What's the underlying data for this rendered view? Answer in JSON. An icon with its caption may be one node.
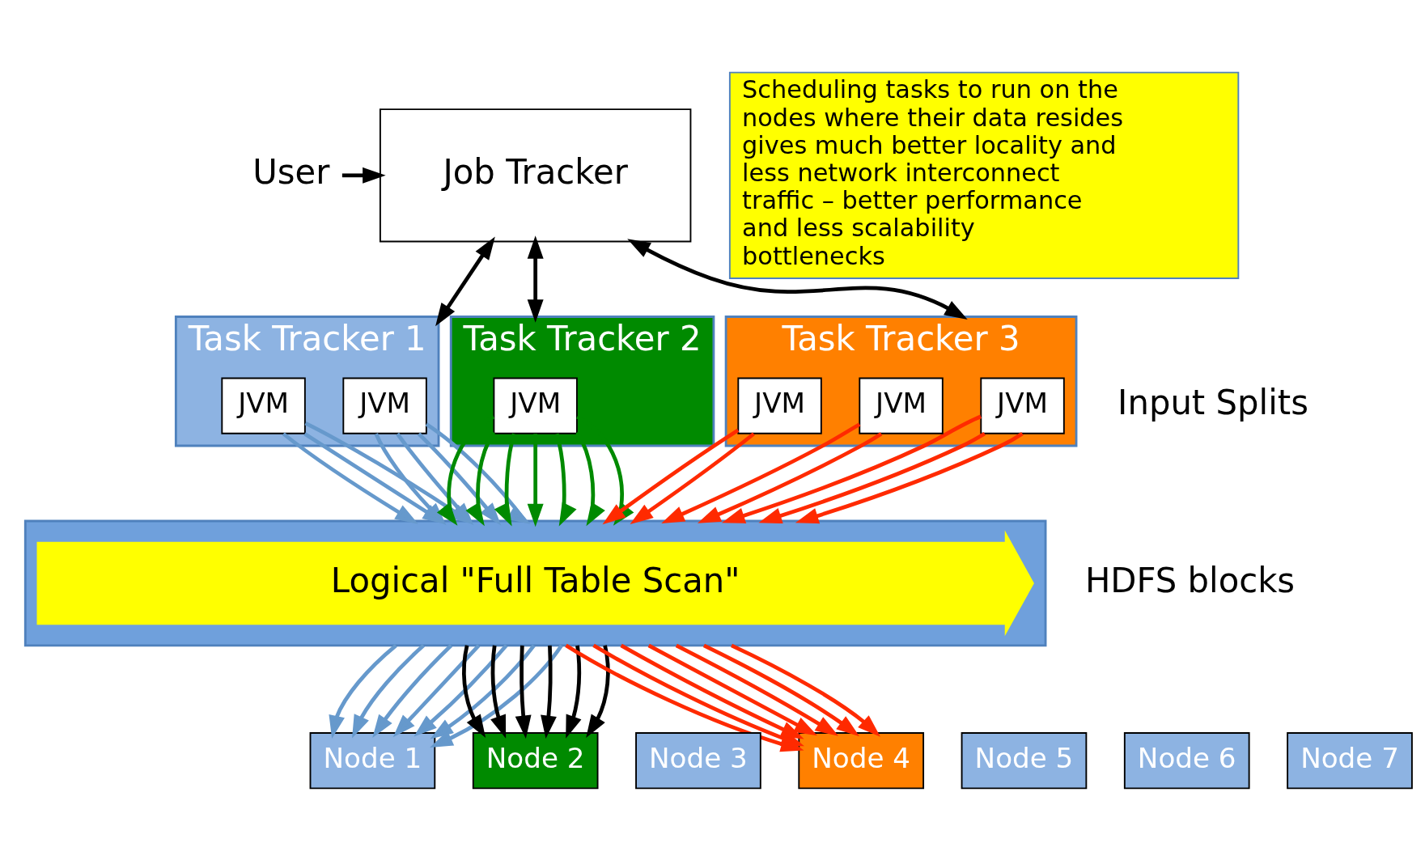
{
  "diagram": {
    "nodes": [
      {
        "text": [
          "User"
        ]
      },
      {
        "text": [
          "Job Tracker"
        ]
      },
      {
        "text": [
          "Scheduling tasks to run on the nodes where their data resides gives much better locality and less network interconnect traffic – better performance and less scalability bottlenecks"
        ]
      },
      {
        "text": [
          "Task Tracker 1"
        ]
      },
      {
        "text": [
          "JVM"
        ],
        "in": 3
      },
      {
        "text": [
          "JVM"
        ],
        "in": 3
      },
      {
        "text": [
          "Task Tracker 2"
        ]
      },
      {
        "text": [
          "JVM"
        ],
        "in": 6
      },
      {
        "text": [
          "Task Tracker 3"
        ]
      },
      {
        "text": [
          "JVM"
        ],
        "in": 8
      },
      {
        "text": [
          "JVM"
        ],
        "in": 8
      },
      {
        "text": [
          "JVM"
        ],
        "in": 8
      },
      {
        "text": [],
        "shape": "bar"
      },
      {
        "text": [
          "Logical \"Full Table Scan\""
        ],
        "in": 12
      },
      {
        "text": [
          "Node 1"
        ]
      },
      {
        "text": [
          "Node 2"
        ]
      },
      {
        "text": [
          "Node 3"
        ]
      },
      {
        "text": [
          "Node 4"
        ]
      },
      {
        "text": [
          "Node 5"
        ]
      },
      {
        "text": [
          "Node 6"
        ]
      },
      {
        "text": [
          "Node 7"
        ]
      }
    ],
    "edges": [
      {
        "from": 0,
        "to": 1,
        "arrow": "to",
        "color": "#000000"
      },
      {
        "from": 1,
        "to": 3,
        "arrow": "both",
        "color": "#000000"
      },
      {
        "from": 1,
        "to": 6,
        "arrow": "both",
        "color": "#000000"
      },
      {
        "from": 1,
        "to": 8,
        "arrow": "both",
        "color": "#000000"
      },
      {
        "from": 4,
        "to": 12,
        "arrow": "to",
        "color": "#6699cc"
      },
      {
        "from": 4,
        "to": 12,
        "arrow": "to",
        "color": "#6699cc"
      },
      {
        "from": 4,
        "to": 12,
        "arrow": "to",
        "color": "#6699cc"
      },
      {
        "from": 4,
        "to": 12,
        "arrow": "to",
        "color": "#6699cc"
      },
      {
        "from": 5,
        "to": 12,
        "arrow": "to",
        "color": "#6699cc"
      },
      {
        "from": 5,
        "to": 12,
        "arrow": "to",
        "color": "#6699cc"
      },
      {
        "from": 5,
        "to": 12,
        "arrow": "to",
        "color": "#6699cc"
      },
      {
        "from": 7,
        "to": 12,
        "arrow": "to",
        "color": "#008a00"
      },
      {
        "from": 7,
        "to": 12,
        "arrow": "to",
        "color": "#008a00"
      },
      {
        "from": 7,
        "to": 12,
        "arrow": "to",
        "color": "#008a00"
      },
      {
        "from": 7,
        "to": 12,
        "arrow": "to",
        "color": "#008a00"
      },
      {
        "from": 7,
        "to": 12,
        "arrow": "to",
        "color": "#008a00"
      },
      {
        "from": 7,
        "to": 12,
        "arrow": "to",
        "color": "#008a00"
      },
      {
        "from": 7,
        "to": 12,
        "arrow": "to",
        "color": "#008a00"
      },
      {
        "from": 9,
        "to": 12,
        "arrow": "to",
        "color": "#ff2a00"
      },
      {
        "from": 9,
        "to": 12,
        "arrow": "to",
        "color": "#ff2a00"
      },
      {
        "from": 9,
        "to": 12,
        "arrow": "to",
        "color": "#ff2a00"
      },
      {
        "from": 10,
        "to": 12,
        "arrow": "to",
        "color": "#ff2a00"
      },
      {
        "from": 10,
        "to": 12,
        "arrow": "to",
        "color": "#ff2a00"
      },
      {
        "from": 11,
        "to": 12,
        "arrow": "to",
        "color": "#ff2a00"
      },
      {
        "from": 11,
        "to": 12,
        "arrow": "to",
        "color": "#ff2a00"
      },
      {
        "from": 12,
        "to": 14,
        "arrow": "to",
        "color": "#6699cc"
      },
      {
        "from": 12,
        "to": 14,
        "arrow": "to",
        "color": "#6699cc"
      },
      {
        "from": 12,
        "to": 14,
        "arrow": "to",
        "color": "#6699cc"
      },
      {
        "from": 12,
        "to": 14,
        "arrow": "to",
        "color": "#6699cc"
      },
      {
        "from": 12,
        "to": 14,
        "arrow": "to",
        "color": "#6699cc"
      },
      {
        "from": 12,
        "to": 14,
        "arrow": "to",
        "color": "#6699cc"
      },
      {
        "from": 12,
        "to": 14,
        "arrow": "to",
        "color": "#6699cc"
      },
      {
        "from": 12,
        "to": 15,
        "arrow": "to",
        "color": "#000000"
      },
      {
        "from": 12,
        "to": 15,
        "arrow": "to",
        "color": "#000000"
      },
      {
        "from": 12,
        "to": 15,
        "arrow": "to",
        "color": "#000000"
      },
      {
        "from": 12,
        "to": 15,
        "arrow": "to",
        "color": "#000000"
      },
      {
        "from": 12,
        "to": 15,
        "arrow": "to",
        "color": "#000000"
      },
      {
        "from": 12,
        "to": 15,
        "arrow": "to",
        "color": "#000000"
      },
      {
        "from": 12,
        "to": 17,
        "arrow": "to",
        "color": "#ff2a00"
      },
      {
        "from": 12,
        "to": 17,
        "arrow": "to",
        "color": "#ff2a00"
      },
      {
        "from": 12,
        "to": 17,
        "arrow": "to",
        "color": "#ff2a00"
      },
      {
        "from": 12,
        "to": 17,
        "arrow": "to",
        "color": "#ff2a00"
      },
      {
        "from": 12,
        "to": 17,
        "arrow": "to",
        "color": "#ff2a00"
      },
      {
        "from": 12,
        "to": 17,
        "arrow": "to",
        "color": "#ff2a00"
      },
      {
        "from": 12,
        "to": 17,
        "arrow": "to",
        "color": "#ff2a00"
      }
    ],
    "labels": [
      "Input Splits",
      "HDFS blocks"
    ]
  }
}
